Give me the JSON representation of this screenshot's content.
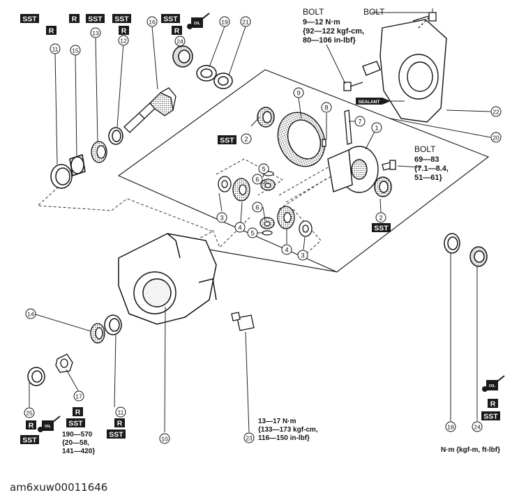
{
  "badges": {
    "sst": "SST",
    "r": "R",
    "oil": "OIL",
    "sealant": "SEALANT"
  },
  "callouts": [
    "1",
    "2",
    "3",
    "4",
    "5",
    "6",
    "7",
    "8",
    "9",
    "10",
    "11",
    "12",
    "13",
    "14",
    "15",
    "16",
    "17",
    "18",
    "19",
    "20",
    "21",
    "22",
    "23",
    "24",
    "25"
  ],
  "torques": {
    "bolt_top_left": {
      "label": "BOLT",
      "lines": [
        "9—12 N·m",
        "{92—122 kgf-cm,",
        "80—106 in-lbf}"
      ]
    },
    "bolt_top_right": {
      "label": "BOLT"
    },
    "bolt_ring_gear": {
      "label": "BOLT",
      "lines": [
        "69—83",
        "{7.1—8.4,",
        "51—61}"
      ]
    },
    "flange_nut": {
      "lines": [
        "190—570",
        "{20—58,",
        "141—420}"
      ]
    },
    "plug_23": {
      "lines": [
        "13—17 N·m",
        "{133—173 kgf-cm,",
        "116—150 in-lbf}"
      ]
    }
  },
  "units_note": "N·m {kgf-m, ft-lbf}",
  "footer_ref": "am6xuw00011646"
}
